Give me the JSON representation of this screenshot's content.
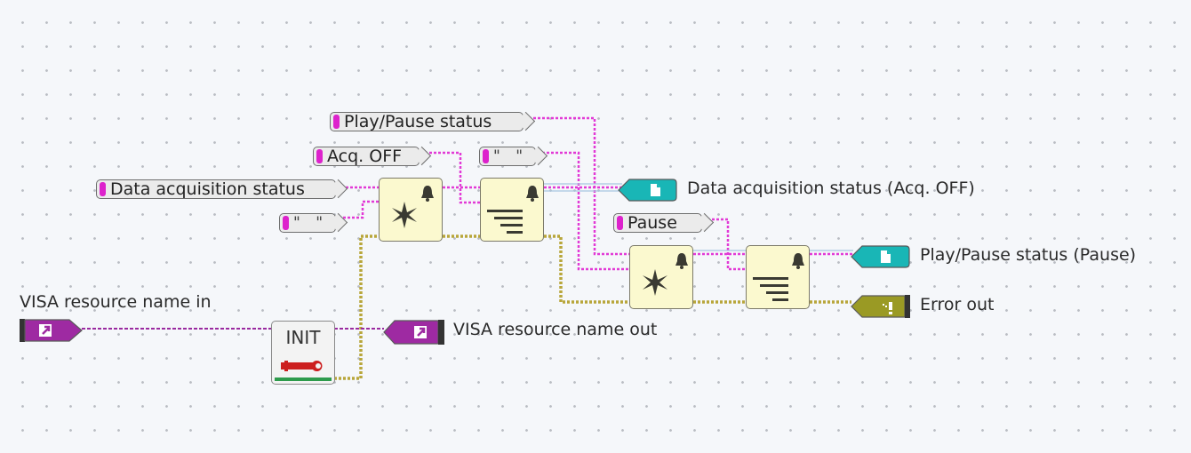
{
  "constants": {
    "play_pause_status": "Play/Pause status",
    "acq_off": "Acq. OFF",
    "empty_string_top": "\" \"",
    "data_acquisition_status": "Data acquisition status",
    "empty_string_left": "\" \"",
    "pause": "Pause"
  },
  "indicators": {
    "data_acq_out": "Data acquisition status (Acq. OFF)",
    "play_pause_out": "Play/Pause status (Pause)",
    "error_out": "Error out",
    "visa_out": "VISA resource name out"
  },
  "controls": {
    "visa_in": "VISA resource name in"
  },
  "init_node": {
    "label": "INIT"
  },
  "icons": {
    "node_a": "star-burst-icon",
    "node_b": "list-lines-icon",
    "node_badge": "bell-icon",
    "init": "wrench-icon",
    "string_indicator": "document-icon",
    "error_indicator": "error-icon",
    "visa": "arrow-icon"
  },
  "colors": {
    "string_wire": "#e23ad6",
    "error_wire": "#b8a63a",
    "visa_wire": "#9a2aa0",
    "string_terminal": "#19b6b6",
    "error_terminal": "#9a9a24",
    "visa_terminal": "#9e2aa2",
    "node_fill": "#fbf9cf"
  }
}
